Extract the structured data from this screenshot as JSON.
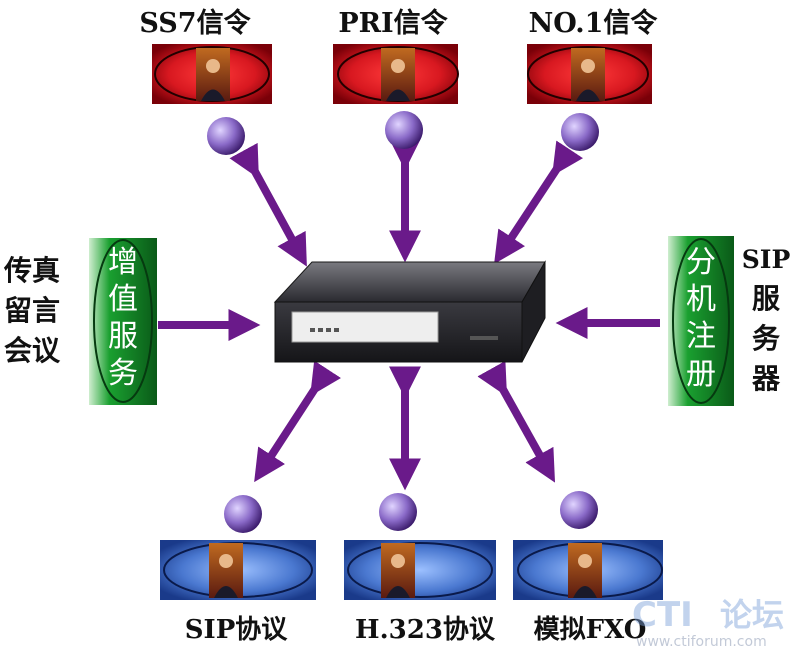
{
  "top_nodes": [
    {
      "label": "SS7信令"
    },
    {
      "label": "PRI信令"
    },
    {
      "label": "NO.1信令"
    }
  ],
  "bottom_nodes": [
    {
      "label": "SIP协议"
    },
    {
      "label": "H.323协议"
    },
    {
      "label": "模拟FXO"
    }
  ],
  "left_panel": {
    "chars": [
      "增",
      "值",
      "服",
      "务"
    ],
    "side_text": [
      "传真",
      "留言",
      "会议"
    ]
  },
  "right_panel": {
    "chars": [
      "分",
      "机",
      "注",
      "册"
    ],
    "side_text": [
      "SIP",
      "服",
      "务",
      "器"
    ]
  },
  "watermark": {
    "brand": "CTI",
    "brand_cn": "论坛",
    "url": "www.ctiforum.com"
  },
  "colors": {
    "arrow": "#6a1a8a",
    "top_card": "#d81820",
    "bottom_card": "#4a78d0",
    "panel": "#1aa030",
    "node": "#8a6ac8"
  }
}
